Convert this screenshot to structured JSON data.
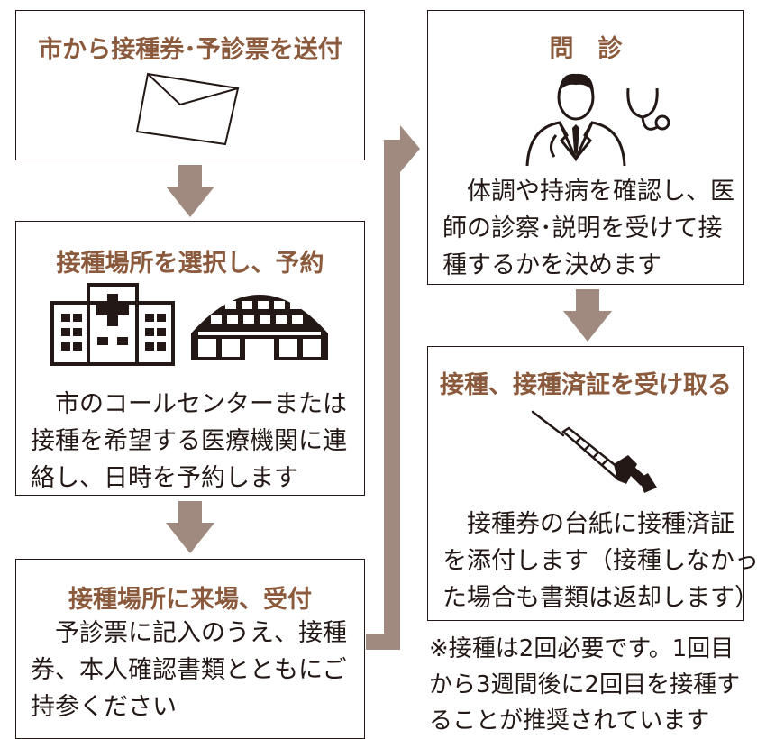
{
  "colors": {
    "title": "#8b5a3c",
    "arrow": "#a08a80",
    "border": "#231815",
    "text": "#231815"
  },
  "steps": [
    {
      "title": "市から接種券･予診票を送付",
      "icon": "envelope-icon"
    },
    {
      "title": "接種場所を選択し、予約",
      "icons": [
        "hospital-icon",
        "dome-icon"
      ],
      "text": "　市のコールセンターまたは\n接種を希望する医療機関に連\n絡し、日時を予約します"
    },
    {
      "title": "接種場所に来場、受付",
      "text": "　予診票に記入のうえ、接種\n券、本人確認書類とともにご\n持参ください"
    },
    {
      "title": "問　診",
      "icon": "doctor-icon",
      "text": "　体調や持病を確認し、医\n師の診察･説明を受けて接\n種するかを決めます"
    },
    {
      "title": "接種、接種済証を受け取る",
      "icon": "syringe-icon",
      "text": "　接種券の台紙に接種済証\nを添付します（接種しなかっ\nた場合も書類は返却します）"
    }
  ],
  "note": "※接種は2回必要です。1回目\nから3週間後に2回目を接種す\nることが推奨されています"
}
